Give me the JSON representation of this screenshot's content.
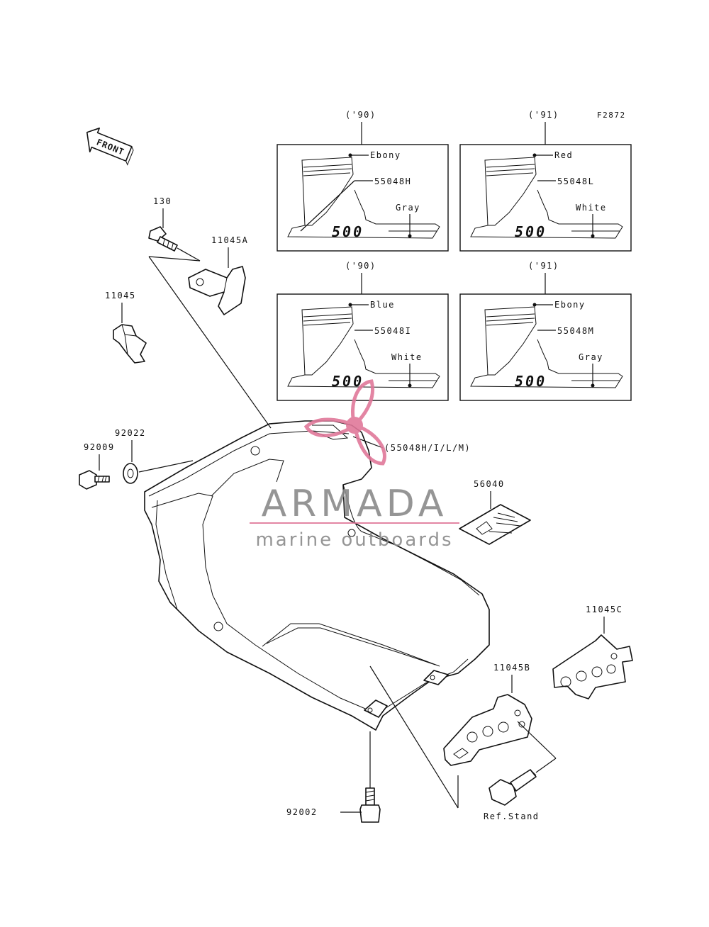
{
  "figure_code": "F2872",
  "front_arrow": "FRONT",
  "panels": [
    {
      "year": "('90)",
      "top_color": "Ebony",
      "part": "55048H",
      "bottom_color": "Gray",
      "badge": "500"
    },
    {
      "year": "('91)",
      "top_color": "Red",
      "part": "55048L",
      "bottom_color": "White",
      "badge": "500"
    },
    {
      "year": "('90)",
      "top_color": "Blue",
      "part": "55048I",
      "bottom_color": "White",
      "badge": "500"
    },
    {
      "year": "('91)",
      "top_color": "Ebony",
      "part": "55048M",
      "bottom_color": "Gray",
      "badge": "500"
    }
  ],
  "part_labels": {
    "p130": "130",
    "p11045A": "11045A",
    "p11045": "11045",
    "p92022": "92022",
    "p92009": "92009",
    "p55048": "(55048H/I/L/M)",
    "p56040": "56040",
    "p11045C": "11045C",
    "p11045B": "11045B",
    "p92002": "92002",
    "ref_stand": "Ref.Stand"
  },
  "watermark": {
    "brand": "ARMADA",
    "tagline": "marine outboards",
    "accent_color": "#e0789a",
    "text_color": "#8a8a8a"
  }
}
